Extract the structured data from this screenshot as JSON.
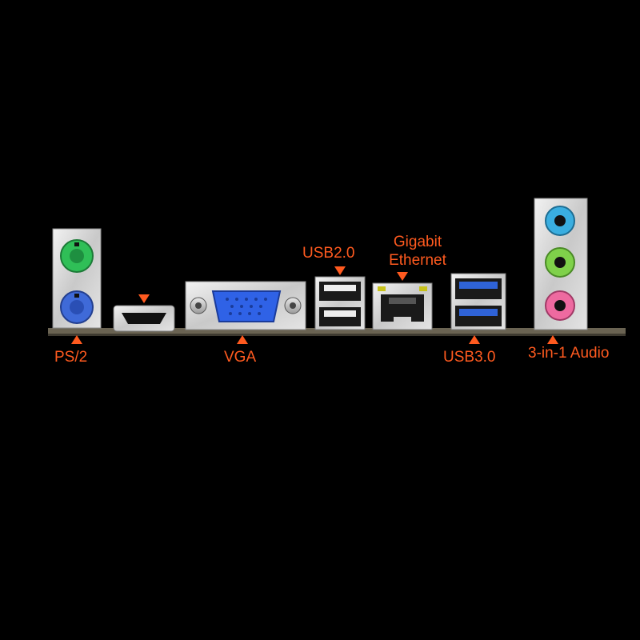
{
  "labels": {
    "ps2": "PS/2",
    "vga": "VGA",
    "usb20": "USB2.0",
    "gigabit": "Gigabit",
    "ethernet": "Ethernet",
    "usb30": "USB3.0",
    "audio": "3-in-1 Audio"
  },
  "colors": {
    "label": "#ff5a1f",
    "background": "#000000",
    "ps2_mouse": "#2fbf57",
    "ps2_keyboard": "#3f6ad8",
    "vga_port": "#2f62e6",
    "usb3_blue": "#2f63d8",
    "audio_line_in": "#3aaee0",
    "audio_line_out": "#7fd14a",
    "audio_mic": "#ee6aa0"
  }
}
